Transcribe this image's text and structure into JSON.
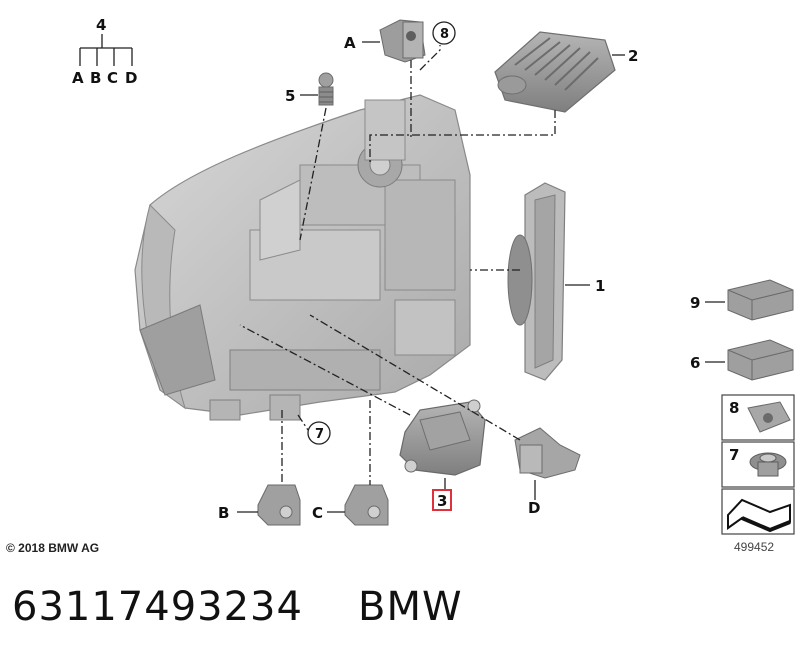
{
  "labels": {
    "l1": "1",
    "l2": "2",
    "l3": "3",
    "l4": "4",
    "l5": "5",
    "l6": "6",
    "l7": "7",
    "l8": "8",
    "l9": "9",
    "lA": "A",
    "lB": "B",
    "lC": "C",
    "lD": "D",
    "tA": "A",
    "tB": "B",
    "tC": "C",
    "tD": "D",
    "legend8": "8",
    "legend7": "7"
  },
  "copyright": "© 2018 BMW AG",
  "reference_code": "499452",
  "part_number": "63117493234",
  "brand": "BMW",
  "colors": {
    "part_fill": "#c8c8c8",
    "part_stroke": "#8a8a8a",
    "highlight": "#e0303a"
  }
}
